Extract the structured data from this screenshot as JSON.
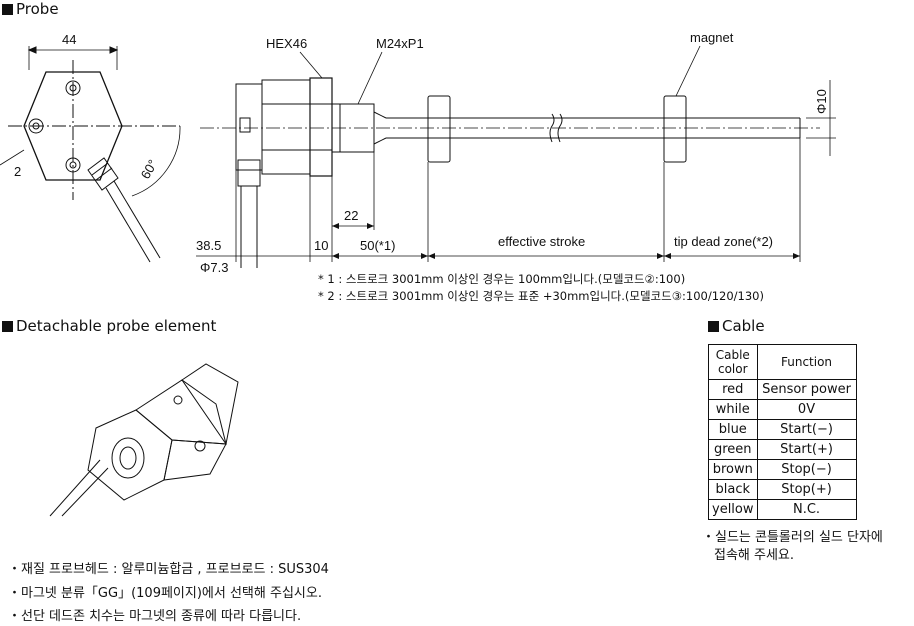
{
  "probe_section": {
    "title": "Probe",
    "dim_44": "44",
    "dim_2": "2",
    "dim_60": "60°",
    "hex": "HEX46",
    "thread": "M24xP1",
    "magnet": "magnet",
    "phi10": "Φ10",
    "dim_22": "22",
    "dim_38_5": "38.5",
    "dim_10": "10",
    "dim_50": "50(*1)",
    "effective_stroke": "effective stroke",
    "tip_dead_zone": "tip dead zone(*2)",
    "phi_partial": "Φ7.3"
  },
  "notes": {
    "note1": "* 1 : 스트로크 3001mm 이상인 경우는 100mm입니다.(모델코드②:100)",
    "note2": "* 2 : 스트로크 3001mm 이상인 경우는 표준 +30mm입니다.(모델코드③:100/120/130)"
  },
  "detachable_section": {
    "title": "Detachable probe element"
  },
  "cable_section": {
    "title": "Cable",
    "header_color": "Cable color",
    "header_function": "Function",
    "rows": [
      {
        "color": "red",
        "function": "Sensor power"
      },
      {
        "color": "while",
        "function": "0V"
      },
      {
        "color": "blue",
        "function": "Start(−)"
      },
      {
        "color": "green",
        "function": "Start(+)"
      },
      {
        "color": "brown",
        "function": "Stop(−)"
      },
      {
        "color": "black",
        "function": "Stop(+)"
      },
      {
        "color": "yellow",
        "function": "N.C."
      }
    ],
    "note_line1": "・실드는 콘틀롤러의 실드 단자에",
    "note_line2": "접속해 주세요."
  },
  "bullets": [
    "・재질 프로브헤드 :  알루미늄합금 , 프로브로드 : SUS304",
    "・마그넷 분류「GG」(109페이지)에서 선택해 주십시오.",
    "・선단 데드존 치수는 마그넷의 종류에 따라 다릅니다."
  ]
}
